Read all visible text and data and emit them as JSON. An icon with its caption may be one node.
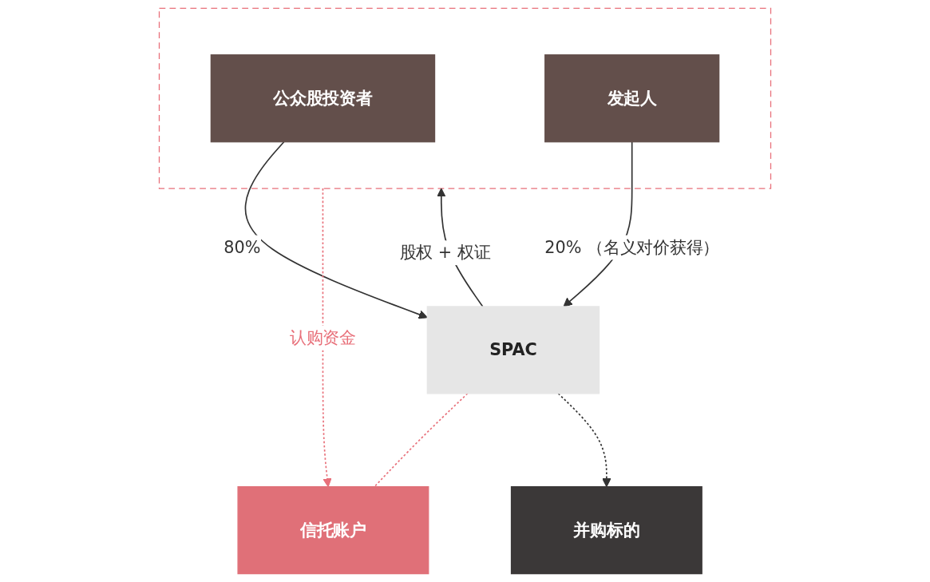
{
  "diagram": {
    "nodes": [
      {
        "text": [],
        "shape": "box"
      },
      {
        "text": [
          "公众股投资者"
        ],
        "in": 0
      },
      {
        "text": [
          "发起人"
        ],
        "in": 0
      },
      {
        "text": [
          "SPAC"
        ]
      },
      {
        "text": [
          "信托账户"
        ]
      },
      {
        "text": [
          "并购标的"
        ]
      }
    ],
    "edges": [
      {
        "from": 1,
        "to": 3,
        "arrow": "to",
        "label": "80%"
      },
      {
        "from": 3,
        "to": 0,
        "arrow": "to",
        "label": "股权 + 权证"
      },
      {
        "from": 2,
        "to": 3,
        "arrow": "to",
        "label": "20% （名义对价获得）"
      },
      {
        "from": 0,
        "to": 4,
        "arrow": "to",
        "label": "认购资金",
        "style": "dashed",
        "color": "#e8707a"
      },
      {
        "from": 3,
        "to": 4,
        "arrow": "none",
        "style": "dashed",
        "color": "#e8707a"
      },
      {
        "from": 3,
        "to": 5,
        "arrow": "to",
        "style": "dashed"
      }
    ]
  }
}
